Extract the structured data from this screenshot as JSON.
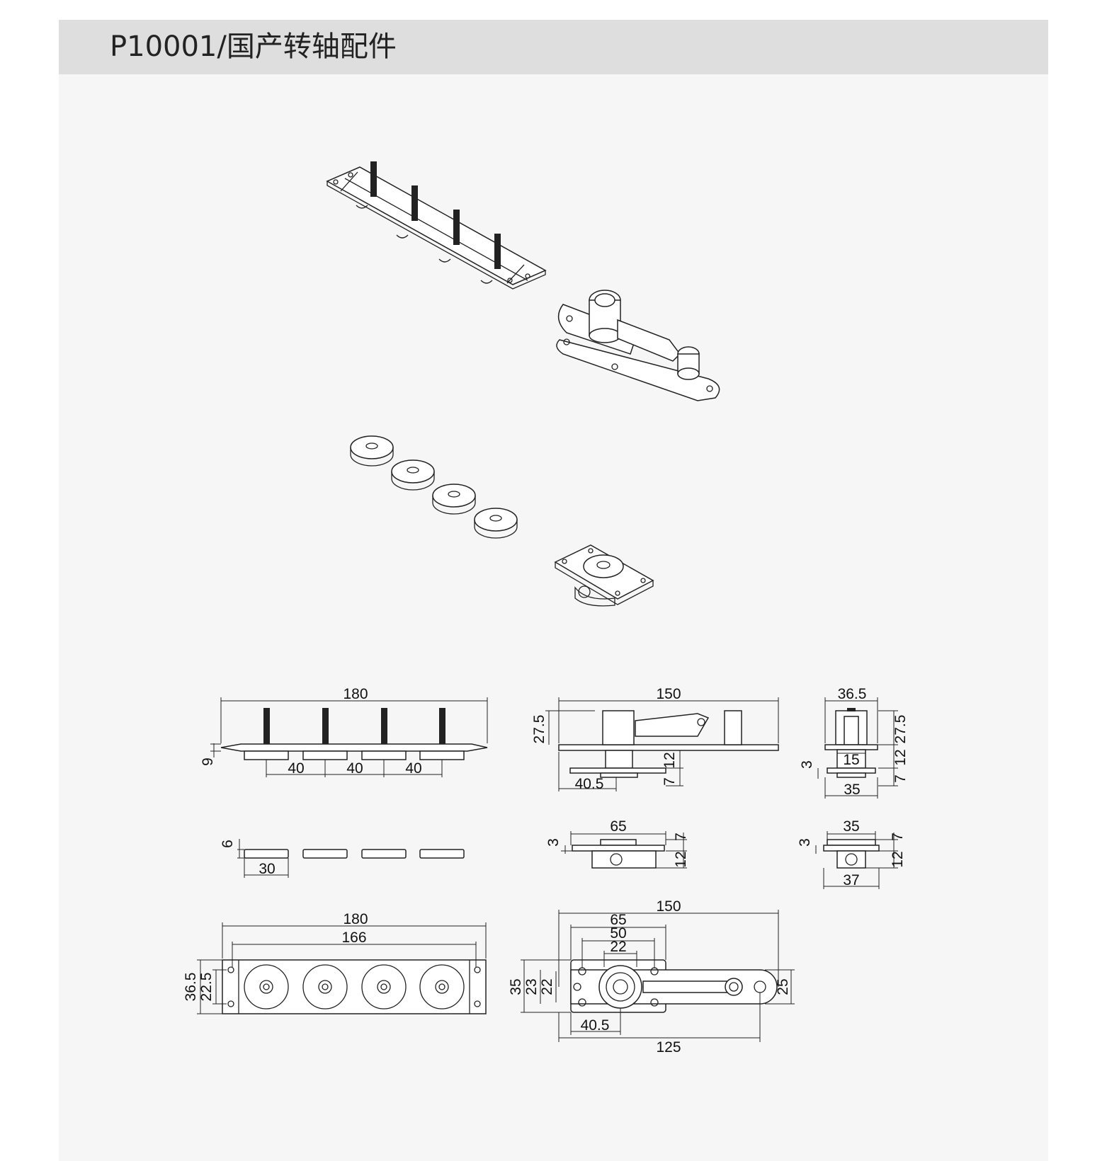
{
  "title": "P10001/国产转轴配件",
  "dimensions": {
    "top_plate": {
      "length": "180",
      "height": "9",
      "spacing": [
        "40",
        "40",
        "40"
      ]
    },
    "pivot_side": {
      "length": "150",
      "height": "27.5",
      "offset": "40.5",
      "thickness_a": "12",
      "thickness_b": "7"
    },
    "pivot_end": {
      "width": "36.5",
      "inner": "15",
      "bottom": "35",
      "t3": "3",
      "height": "27.5",
      "t12": "12",
      "t7": "7"
    },
    "washers": {
      "thickness": "6",
      "diameter": "30"
    },
    "socket_side": {
      "length": "65",
      "t3": "3",
      "t7": "7",
      "t12": "12"
    },
    "socket_end": {
      "width": "35",
      "bottom": "37",
      "t3": "3",
      "t7": "7",
      "t12": "12"
    },
    "top_plan": {
      "length": "180",
      "inner": "166",
      "width": "36.5",
      "inner_width": "22.5"
    },
    "pivot_plan": {
      "length": "150",
      "w65": "65",
      "w50": "50",
      "w22": "22",
      "h35": "35",
      "h23": "23",
      "h22": "22",
      "offset": "40.5",
      "arm": "125",
      "end": "25"
    }
  }
}
